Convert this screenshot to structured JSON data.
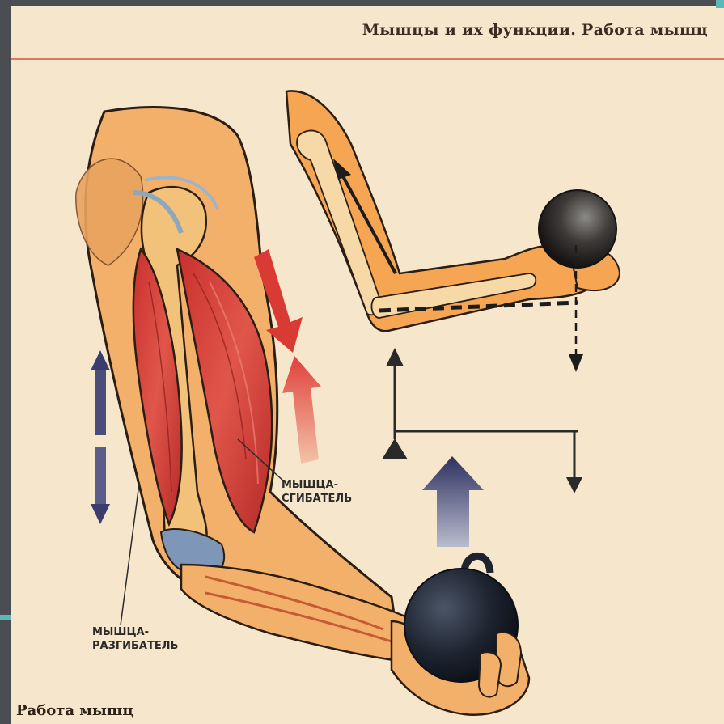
{
  "header": {
    "title": "Мышцы и их функции. Работа мышц"
  },
  "labels": {
    "flexor_line1": "МЫШЦА-",
    "flexor_line2": "СГИБАТЕЛЬ",
    "extensor_line1": "МЫШЦА-",
    "extensor_line2": "РАЗГИБАТЕЛЬ"
  },
  "caption": "Работа мышц",
  "colors": {
    "paper": "#f6e7cc",
    "muscle": "#d9423a",
    "bone": "#f2c27a",
    "skin": "#f4b66a",
    "weight": "#1d2430",
    "arrow_red": "#d93a33",
    "arrow_blue": "#3b3d6e",
    "rule": "#d9785c"
  },
  "icons": [
    "upper-arm-illustration",
    "lever-arm-illustration",
    "lever-diagram",
    "kettlebell-icon",
    "ball-weight-icon"
  ]
}
